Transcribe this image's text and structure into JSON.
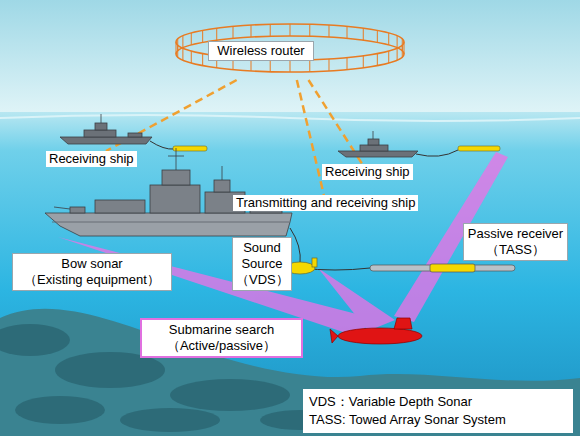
{
  "diagram": {
    "nodes": [
      {
        "text": [
          "Wireless router"
        ]
      },
      {
        "text": [
          "Receiving ship"
        ]
      },
      {
        "text": [
          "Receiving ship"
        ]
      },
      {
        "text": [
          "Transmitting and receiving ship"
        ]
      },
      {
        "text": [
          "Sound Source",
          "（VDS）"
        ]
      },
      {
        "text": [
          "Passive receiver",
          "（TASS）"
        ]
      },
      {
        "text": [
          "Bow sonar",
          "（Existing equipment）"
        ]
      },
      {
        "text": [
          "Submarine search",
          "（Active/passive）"
        ]
      }
    ],
    "edges": [
      {
        "from": 0,
        "to": 1,
        "arrow": "none"
      },
      {
        "from": 0,
        "to": 3,
        "arrow": "none"
      },
      {
        "from": 0,
        "to": 2,
        "arrow": "none"
      }
    ],
    "labels": [
      "VDS：Variable Depth Sonar",
      "TASS: Towed Array Sonar System"
    ]
  }
}
